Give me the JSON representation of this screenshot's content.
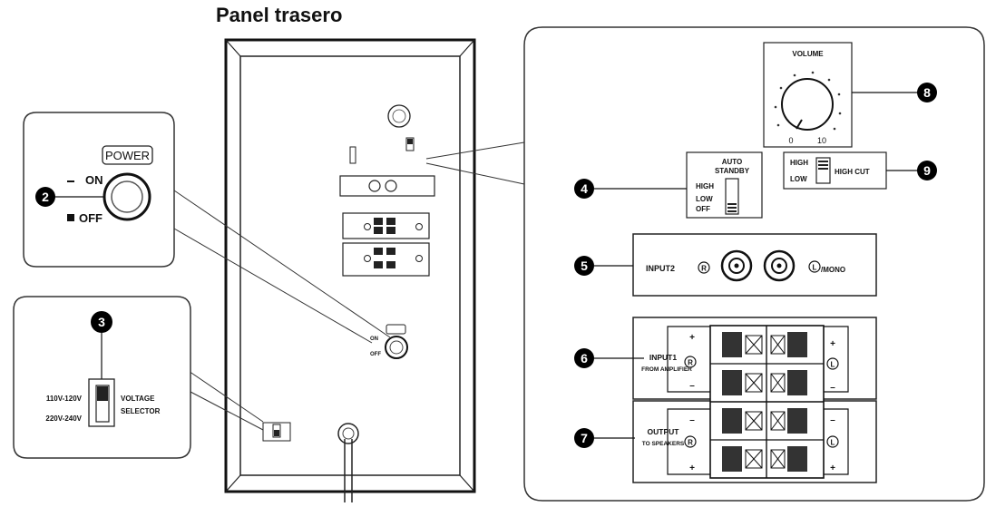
{
  "title": "Panel trasero",
  "power": {
    "label": "POWER",
    "on": "ON",
    "off": "OFF",
    "callout": "2"
  },
  "voltage": {
    "callout": "3",
    "range_low": "110V-120V",
    "range_high": "220V-240V",
    "label_line1": "VOLTAGE",
    "label_line2": "SELECTOR"
  },
  "volume": {
    "label": "VOLUME",
    "min": "0",
    "max": "10",
    "callout": "8"
  },
  "auto_standby": {
    "title_line1": "AUTO",
    "title_line2": "STANDBY",
    "high": "HIGH",
    "low": "LOW",
    "off": "OFF",
    "callout": "4"
  },
  "high_cut": {
    "high": "HIGH",
    "low": "LOW",
    "label": "HIGH CUT",
    "callout": "9"
  },
  "input2": {
    "label": "INPUT2",
    "right": "R",
    "left": "L",
    "mono": "/MONO",
    "callout": "5"
  },
  "input1": {
    "label_line1": "INPUT1",
    "label_line2": "FROM AMPLIFIER",
    "right": "R",
    "left": "L",
    "plus": "+",
    "minus": "–",
    "callout": "6"
  },
  "output": {
    "label_line1": "OUTPUT",
    "label_line2": "TO SPEAKERS",
    "right": "R",
    "left": "L",
    "plus": "+",
    "minus": "–",
    "callout": "7"
  },
  "speaker_panel": {
    "on": "ON",
    "off": "OFF"
  }
}
